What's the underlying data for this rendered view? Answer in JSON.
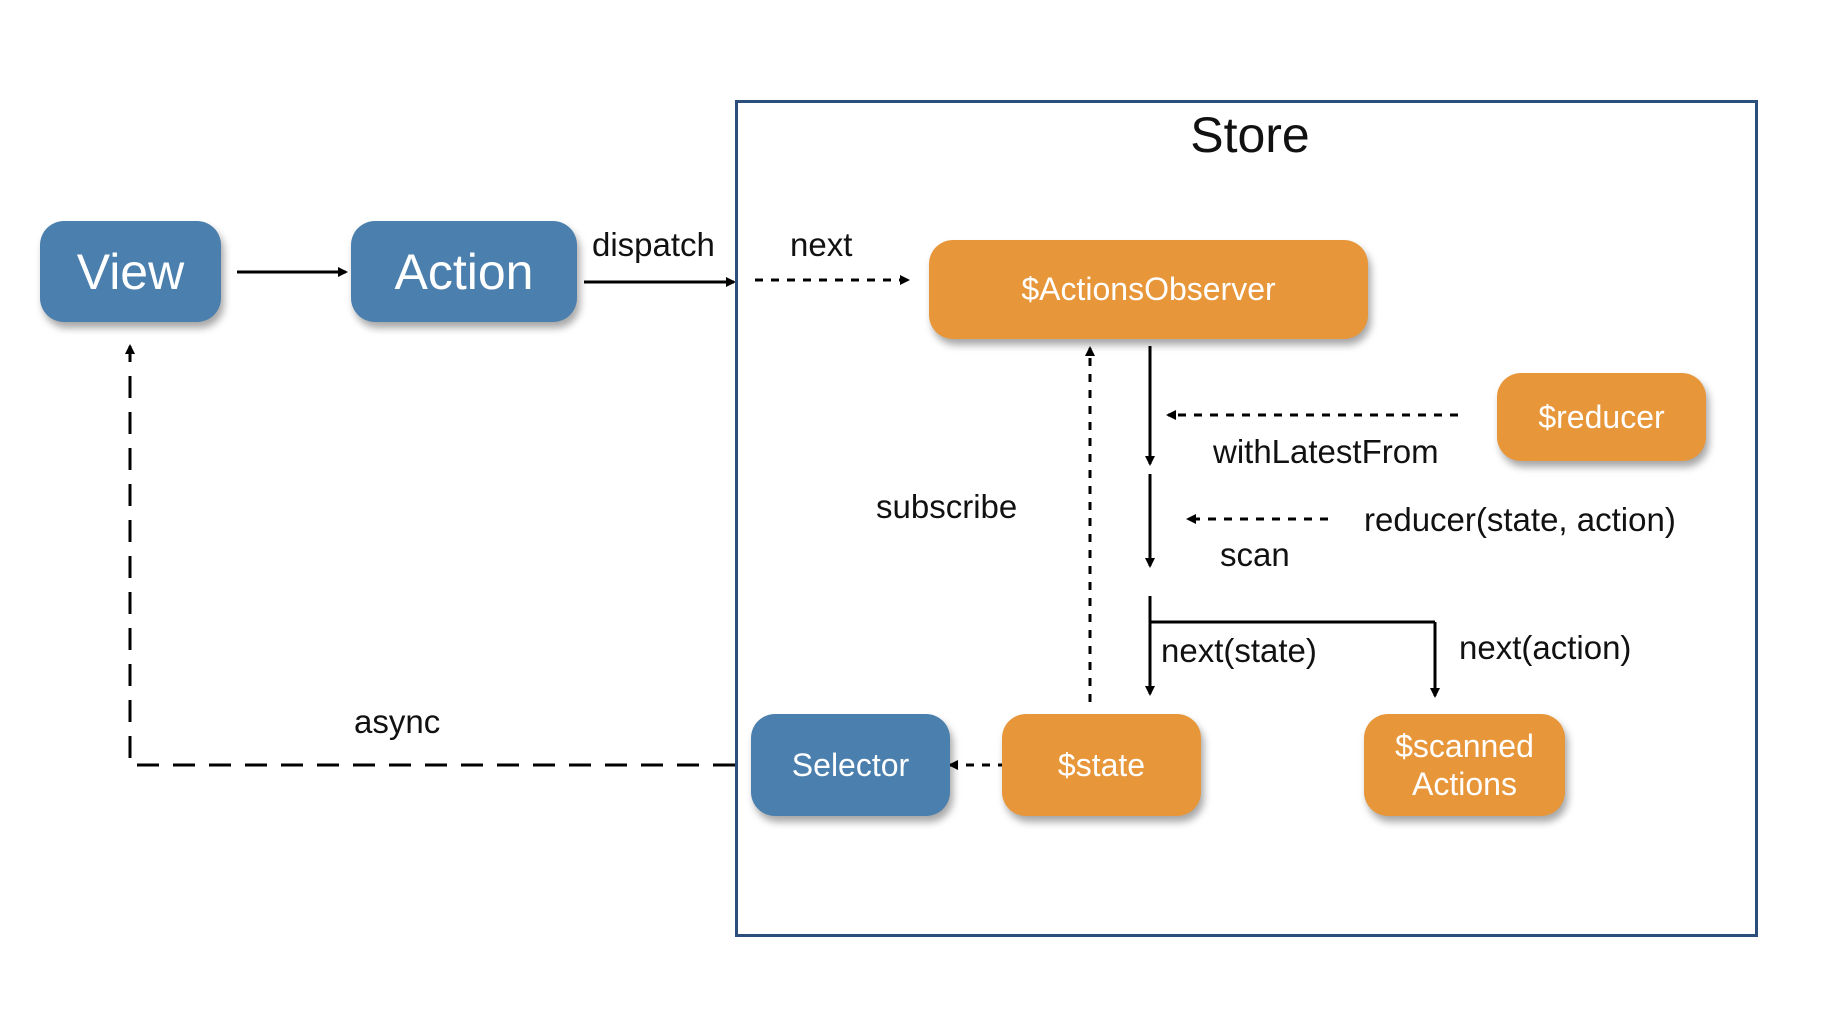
{
  "store": {
    "title": "Store"
  },
  "nodes": {
    "view": "View",
    "action": "Action",
    "actions_observer": "$ActionsObserver",
    "reducer": "$reducer",
    "selector": "Selector",
    "state": "$state",
    "scanned_actions_line1": "$scanned",
    "scanned_actions_line2": "Actions"
  },
  "edges": {
    "dispatch": "dispatch",
    "next": "next",
    "with_latest_from": "withLatestFrom",
    "subscribe": "subscribe",
    "reducer_call": "reducer(state, action)",
    "scan": "scan",
    "next_state": "next(state)",
    "next_action": "next(action)",
    "async": "async"
  },
  "colors": {
    "blue_node": "#4a7fae",
    "orange_node": "#e8963a",
    "store_border": "#2b4f7a",
    "line": "#000000"
  }
}
